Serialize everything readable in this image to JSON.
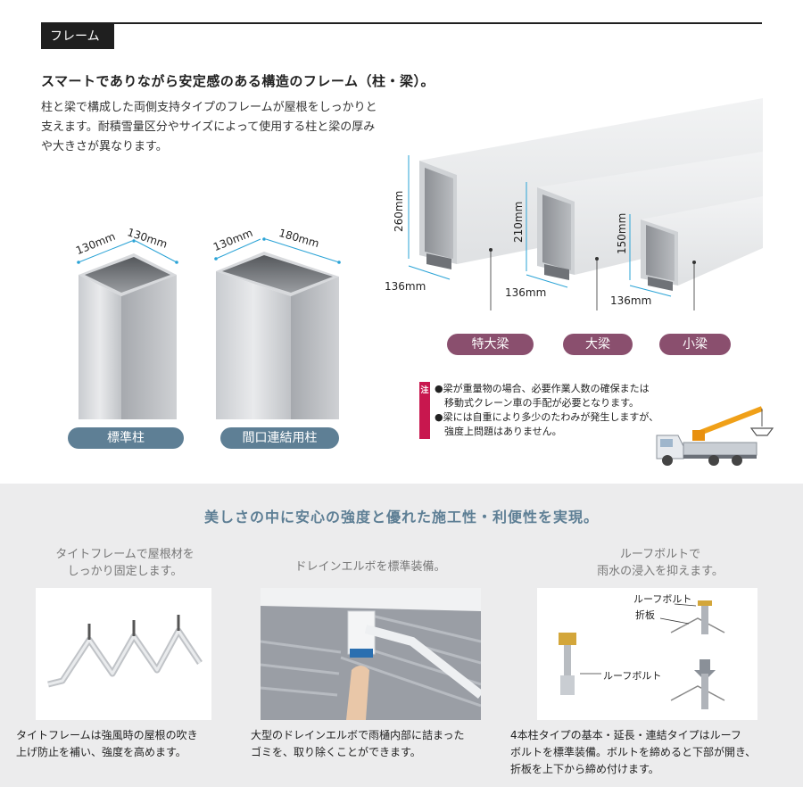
{
  "header": {
    "tag": "フレーム"
  },
  "headline": "スマートでありながら安定感のある構造のフレーム（柱・梁）。",
  "intro": {
    "lines": [
      "柱と梁で構成した両側支持タイプのフレームが屋根をしっかりと",
      "支えます。耐積雪量区分やサイズによって使用する柱と梁の厚み",
      "や大きさが異なります。"
    ]
  },
  "columns": {
    "standard": {
      "dim_depth": "130mm",
      "dim_width": "130mm",
      "label": "標準柱"
    },
    "linked": {
      "dim_depth": "130mm",
      "dim_width": "180mm",
      "label": "間口連結用柱"
    }
  },
  "beams": {
    "extra_large": {
      "height": "260mm",
      "width": "136mm",
      "label": "特大梁"
    },
    "large": {
      "height": "210mm",
      "width": "136mm",
      "label": "大梁"
    },
    "small": {
      "height": "150mm",
      "width": "136mm",
      "label": "小梁"
    }
  },
  "note": {
    "mark": "注",
    "lines": [
      "●梁が重量物の場合、必要作業人数の確保または",
      "　移動式クレーン車の手配が必要となります。",
      "●梁には自重により多少のたわみが発生しますが、",
      "　強度上問題はありません。"
    ]
  },
  "features": {
    "title": "美しさの中に安心の強度と優れた施工性・利便性を実現。",
    "items": [
      {
        "caption": [
          "タイトフレームで屋根材を",
          "しっかり固定します。"
        ],
        "desc": [
          "タイトフレームは強風時の屋根の吹き",
          "上げ防止を補い、強度を高めます。"
        ]
      },
      {
        "caption": [
          "ドレインエルボを標準装備。"
        ],
        "desc": [
          "大型のドレインエルボで雨樋内部に詰まった",
          "ゴミを、取り除くことができます。"
        ]
      },
      {
        "caption": [
          "ルーフボルトで",
          "雨水の浸入を抑えます。"
        ],
        "desc": [
          "4本柱タイプの基本・延長・連結タイプはルーフ",
          "ボルトを標準装備。ボルトを締めると下部が開き、",
          "折板を上下から締め付けます。"
        ],
        "labels": {
          "bolt_top": "ルーフボルト",
          "folded_plate": "折板",
          "bolt_left": "ルーフボルト"
        }
      }
    ]
  },
  "colors": {
    "accent_blue": "#5e7f95",
    "accent_plum": "#8a4f6e",
    "note_red": "#c8174e",
    "crane_orange": "#f0a018"
  }
}
